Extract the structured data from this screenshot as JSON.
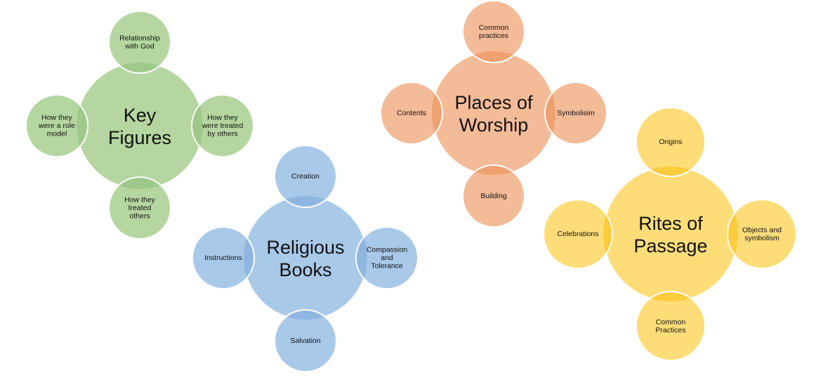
{
  "clusters": [
    {
      "id": "key-figures",
      "colors": {
        "fill": "#b5d6a0",
        "overlap": "#9ec98a"
      },
      "center": [
        "Key",
        "Figures"
      ],
      "top": [
        "Relationship",
        "with God"
      ],
      "left": [
        "How they",
        "were a role",
        "model"
      ],
      "right": [
        "How they",
        "were treated",
        "by others"
      ],
      "bottom": [
        "How they",
        "treated",
        "others"
      ]
    },
    {
      "id": "religious-books",
      "colors": {
        "fill": "#a9c9e9",
        "overlap": "#8fb6e0"
      },
      "center": [
        "Religious",
        "Books"
      ],
      "top": [
        "Creation"
      ],
      "left": [
        "Instructions"
      ],
      "right": [
        "Compassion",
        "and",
        "Tolerance"
      ],
      "bottom": [
        "Salvation"
      ]
    },
    {
      "id": "places-of-worship",
      "colors": {
        "fill": "#f4bb98",
        "overlap": "#f0a170"
      },
      "center": [
        "Places of",
        "Worship"
      ],
      "top": [
        "Common",
        "practices"
      ],
      "left": [
        "Contents"
      ],
      "right": [
        "Symbolisim"
      ],
      "bottom": [
        "Building"
      ]
    },
    {
      "id": "rites-of-passage",
      "colors": {
        "fill": "#fedd79",
        "overlap": "#fccc3c"
      },
      "center": [
        "Rites of",
        "Passage"
      ],
      "top": [
        "Origins"
      ],
      "left": [
        "Celebrations"
      ],
      "right": [
        "Objects and",
        "symbolism"
      ],
      "bottom": [
        "Common",
        "Practices"
      ]
    }
  ]
}
